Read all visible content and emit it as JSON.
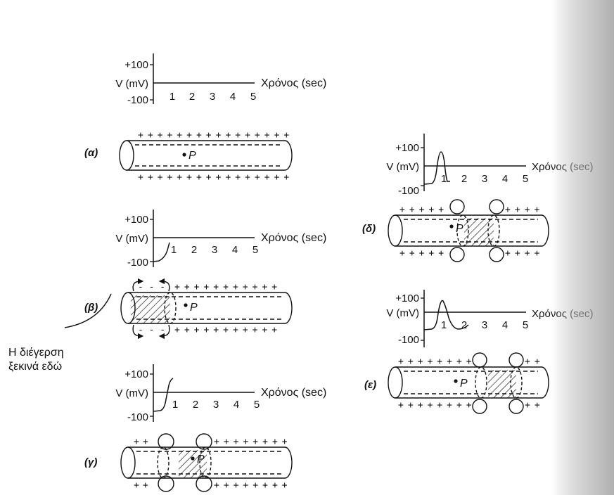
{
  "axes": {
    "v_top": "+100",
    "v_label": "V (mV)",
    "v_bottom": "-100",
    "time_label": "Χρόνος (sec)",
    "ticks": [
      "1",
      "2",
      "3",
      "4",
      "5"
    ]
  },
  "panels": {
    "a": {
      "label": "(α)",
      "point": "P"
    },
    "b": {
      "label": "(β)",
      "point": "P"
    },
    "c": {
      "label": "(γ)",
      "point": "P"
    },
    "d": {
      "label": "(δ)",
      "point": "P"
    },
    "e": {
      "label": "(ε)",
      "point": "P"
    }
  },
  "annotation": {
    "line1": "Η διέγερση",
    "line2": "ξεκινά εδώ"
  }
}
